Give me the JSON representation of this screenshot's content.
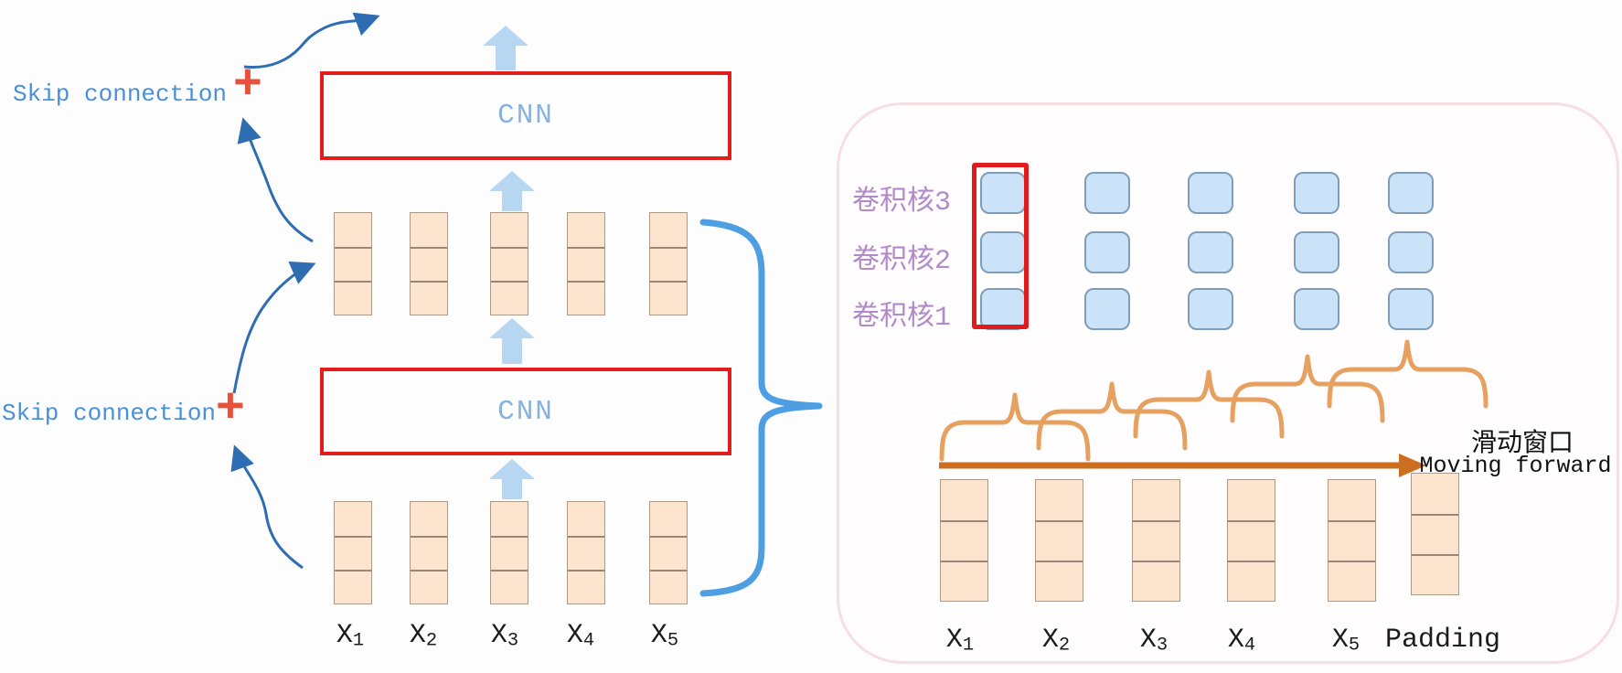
{
  "left": {
    "skip_top": {
      "label": "Skip connection",
      "plus": "+"
    },
    "skip_bottom": {
      "label": "Skip connection",
      "plus": "+"
    },
    "cnn_top": "CNN",
    "cnn_bottom": "CNN",
    "inputs": [
      {
        "base": "X",
        "sub": "1"
      },
      {
        "base": "X",
        "sub": "2"
      },
      {
        "base": "X",
        "sub": "3"
      },
      {
        "base": "X",
        "sub": "4"
      },
      {
        "base": "X",
        "sub": "5"
      }
    ],
    "stack_cells_per_column": 3
  },
  "right": {
    "kernels": [
      "卷积核3",
      "卷积核2",
      "卷积核1"
    ],
    "kernel_grid": {
      "rows": 3,
      "cols": 5
    },
    "window_zh": "滑动窗口",
    "window_en": "Moving forward",
    "columns": [
      {
        "base": "X",
        "sub": "1"
      },
      {
        "base": "X",
        "sub": "2"
      },
      {
        "base": "X",
        "sub": "3"
      },
      {
        "base": "X",
        "sub": "4"
      },
      {
        "base": "X",
        "sub": "5"
      },
      {
        "base": "Padding",
        "sub": ""
      }
    ],
    "stack_cells_per_column": 3
  },
  "colors": {
    "skip_text": "#4a90d8",
    "plus_sign": "#e8513b",
    "cnn_border": "#e31c1c",
    "cnn_text": "#87b1de",
    "block_arrow": "#b7d6f2",
    "curve_arrow": "#2f6db3",
    "stack_fill": "#fce4cf",
    "stack_border": "#ab9a86",
    "big_brace": "#4d9ee3",
    "panel_border": "#f6dfe3",
    "kernel_label_text": "#b28ac9",
    "kernel_square_fill": "#cae3f8",
    "kernel_square_border": "#7f9db9",
    "kernel_highlight": "#e01b1b",
    "orange_brace": "#e6a160",
    "orange_arrow": "#cc6e1f",
    "annotation_text": "#111111"
  }
}
